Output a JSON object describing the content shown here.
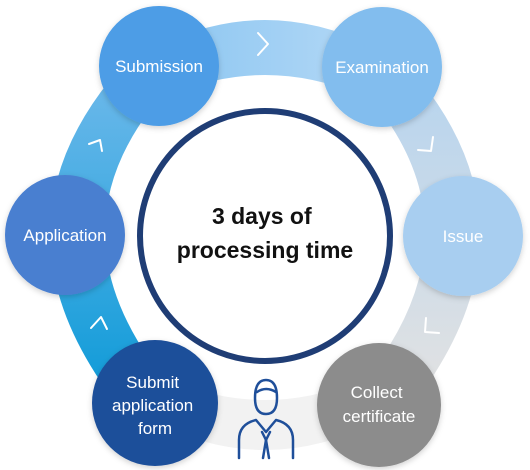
{
  "center": {
    "lines": [
      "3 days of",
      "processing time"
    ]
  },
  "steps": [
    {
      "id": "submission",
      "lines": [
        "Submission"
      ],
      "color": "#4d9de6"
    },
    {
      "id": "examination",
      "lines": [
        "Examination"
      ],
      "color": "#82bdee"
    },
    {
      "id": "issue",
      "lines": [
        "Issue"
      ],
      "color": "#a8cef0"
    },
    {
      "id": "collect-certificate",
      "lines": [
        "Collect",
        "certificate"
      ],
      "color": "#8c8c8c"
    },
    {
      "id": "submit-application-form",
      "lines": [
        "Submit",
        "application",
        "form"
      ],
      "color": "#1f4f9a"
    },
    {
      "id": "application",
      "lines": [
        "Application"
      ],
      "color": "#4a7fd0"
    }
  ],
  "ring_colors": {
    "top": "#a9d2f6",
    "right_upper": "#c7d7e8",
    "right_lower": "#d6d6d6",
    "bottom": "#f3f3f3",
    "left_lower": "#1ea3dc",
    "left_upper": "#5fb0e6"
  },
  "icons": [
    "chevron-right-icon",
    "chevron-down-icon",
    "chevron-down-left-icon",
    "chevron-up-left-icon",
    "chevron-up-right-icon",
    "person-icon"
  ]
}
